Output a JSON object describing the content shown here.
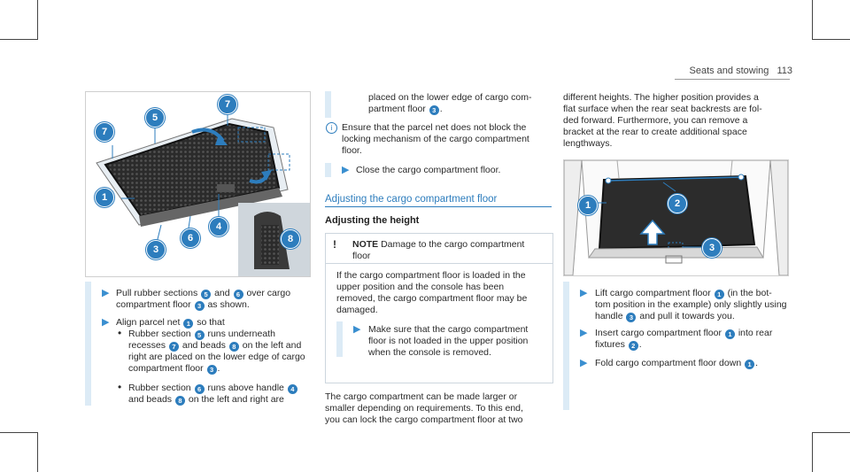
{
  "header": {
    "section": "Seats and stowing",
    "page": "113"
  },
  "col1": {
    "step1": "Pull rubber sections  and  over cargo compartment floor  as shown.",
    "step1_a": "Pull rubber sections",
    "step1_b": "and",
    "step1_c": "over cargo",
    "step1_d": "compartment floor",
    "step1_e": "as shown.",
    "step2_a": "Align parcel net",
    "step2_b": "so that",
    "b1_l1a": "Rubber section",
    "b1_l1b": "runs underneath",
    "b1_l2a": "recesses",
    "b1_l2b": "and beads",
    "b1_l2c": "on the left and",
    "b1_l3": "right are placed on the lower edge of cargo",
    "b1_l4": "compartment floor",
    "b2_l1a": "Rubber section",
    "b2_l1b": "runs above handle",
    "b2_l2a": "and beads",
    "b2_l2b": "on the left and right are"
  },
  "col2": {
    "cont_l1": "placed on the lower edge of cargo com-",
    "cont_l2": "partment floor",
    "info_l1": "Ensure that the parcel net does not block the",
    "info_l2": "locking mechanism of the cargo compartment",
    "info_l3": "floor.",
    "step_close": "Close the cargo compartment floor.",
    "heading": "Adjusting the cargo compartment floor",
    "subhead": "Adjusting the height",
    "note_label": "NOTE",
    "note_title": "Damage to the cargo compartment",
    "note_title2": "floor",
    "note_p1": "If the cargo compartment floor is loaded in the",
    "note_p2": "upper position and the console has been",
    "note_p3": "removed, the cargo compartment floor may be",
    "note_p4": "damaged.",
    "note_s1": "Make sure that the cargo compartment",
    "note_s2": "floor is not loaded in the upper position",
    "note_s3": "when the console is removed.",
    "para_l1": "The cargo compartment can be made larger or",
    "para_l2": "smaller depending on requirements. To this end,",
    "para_l3": "you can lock the cargo compartment floor at two"
  },
  "col3": {
    "p_l1": "different heights. The higher position provides a",
    "p_l2": "flat surface when the rear seat backrests are fol-",
    "p_l3": "ded forward. Furthermore, you can remove a",
    "p_l4": "bracket at the rear to create additional space",
    "p_l5": "lengthways.",
    "s1_l1a": "Lift cargo compartment floor",
    "s1_l1b": "(in the bot-",
    "s1_l2": "tom position in the example) only slightly using",
    "s1_l3a": "handle",
    "s1_l3b": "and pull it towards you.",
    "s2_l1a": "Insert cargo compartment floor",
    "s2_l1b": "into rear",
    "s2_l2": "fixtures",
    "s3_a": "Fold cargo compartment floor down"
  },
  "callouts": {
    "n1": "1",
    "n2": "2",
    "n3": "3",
    "n4": "4",
    "n5": "5",
    "n6": "6",
    "n7": "7",
    "n8": "8"
  },
  "icons": {
    "step": "triangle-arrow-icon",
    "info": "info-icon",
    "note": "warning-icon",
    "bullet": "bullet-dot"
  }
}
